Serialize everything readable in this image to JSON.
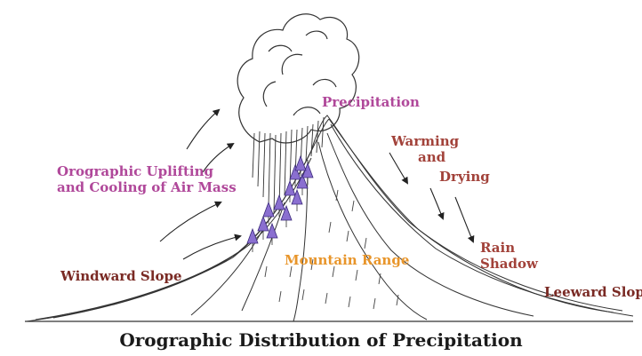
{
  "title": "Orographic Distribution of Precipitation",
  "labels": {
    "precipitation": "Precipitation",
    "uplift_line1": "Orographic Uplifting",
    "uplift_line2": "and Cooling of Air Mass",
    "warming": "Warming",
    "and": "and",
    "drying": "Drying",
    "rain": "Rain",
    "shadow": "Shadow",
    "windward": "Windward Slope",
    "mountain_range": "Mountain Range",
    "leeward": "Leeward Slope"
  },
  "colors": {
    "label_pink": "#b0489a",
    "label_brown": "#7a2a24",
    "label_red": "#a2423a",
    "label_orange": "#e8952a",
    "trees": "#8a6fd0",
    "lines": "#2a2a2a"
  }
}
